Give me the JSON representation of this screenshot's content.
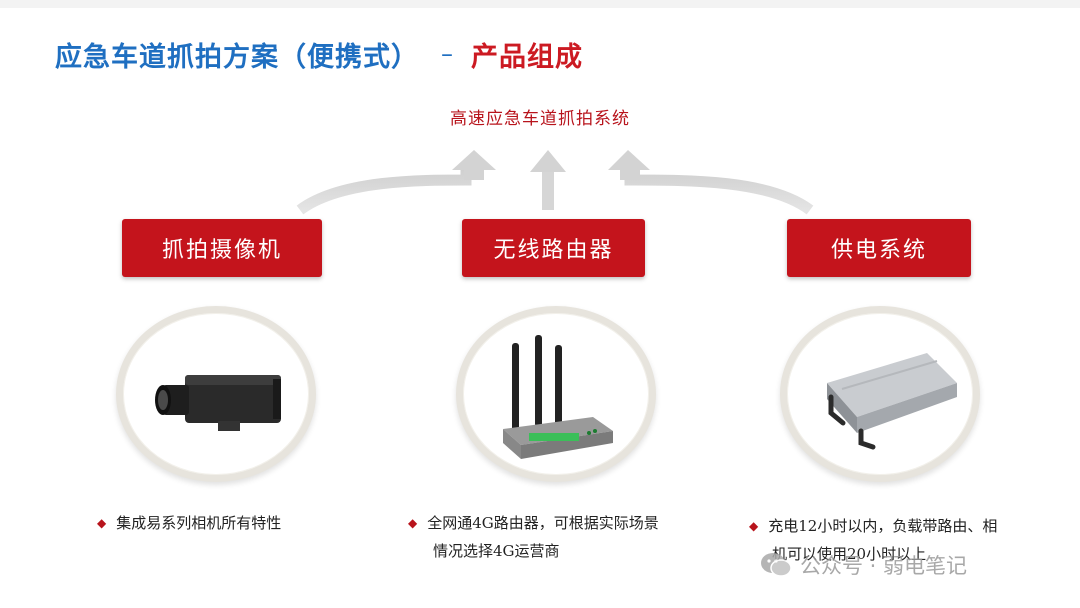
{
  "title": {
    "main": "应急车道抓拍方案（便携式）",
    "separator": "–",
    "sub": "产品组成"
  },
  "system_label": "高速应急车道抓拍系统",
  "components": [
    {
      "label": "抓拍摄像机",
      "icon": "camera-image",
      "desc_lines": [
        "集成易系列相机所有特性"
      ]
    },
    {
      "label": "无线路由器",
      "icon": "router-image",
      "desc_lines": [
        "全网通4G路由器，可根据实际场景",
        "情况选择4G运营商"
      ]
    },
    {
      "label": "供电系统",
      "icon": "battery-image",
      "desc_lines": [
        "充电12小时以内，负载带路由、相",
        "机可以使用20小时以上"
      ]
    }
  ],
  "watermark": {
    "text": "公众号 · 弱电笔记",
    "icon": "wechat-icon"
  },
  "colors": {
    "title_blue": "#1f6fc1",
    "accent_red": "#c4141c",
    "arrow_gray": "#d6d6d6",
    "circle_ring": "#e7e4dd"
  }
}
